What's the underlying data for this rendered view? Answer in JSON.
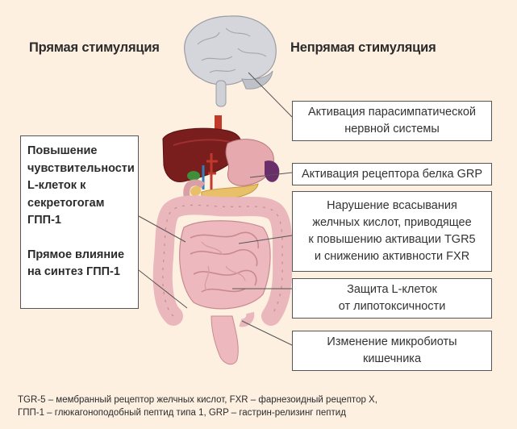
{
  "headings": {
    "direct": "Прямая стимуляция",
    "indirect": "Непрямая стимуляция"
  },
  "left_box": {
    "block1": "Повышение\nчувствительности\nL-клеток к\nсекретогогам\nГПП-1",
    "block2": "Прямое влияние\nна синтез ГПП-1"
  },
  "right_boxes": [
    {
      "lines": [
        "Активация парасимпатической",
        "нервной системы"
      ]
    },
    {
      "lines": [
        "Активация рецептора белка GRP"
      ]
    },
    {
      "lines": [
        "Нарушение всасывания",
        "желчных кислот, приводящее",
        "к повышению активации TGR5",
        "и снижению активности FXR"
      ]
    },
    {
      "lines": [
        "Защита L-клеток",
        "от липотоксичности"
      ]
    },
    {
      "lines": [
        "Изменение микробиоты",
        "кишечника"
      ]
    }
  ],
  "footnote": {
    "line1": "TGR-5 – мембранный рецептор желчных кислот, FXR – фарнезоидный рецептор X,",
    "line2": "ГПП-1 – глюкагоноподобный пептид типа 1, GRP – гастрин-релизинг пептид"
  },
  "colors": {
    "background": "#fdf0e1",
    "box_fill": "#ffffff",
    "box_border": "#555555",
    "connector": "#555555"
  },
  "icons": [
    "brain-icon",
    "digestive-system-icon"
  ]
}
